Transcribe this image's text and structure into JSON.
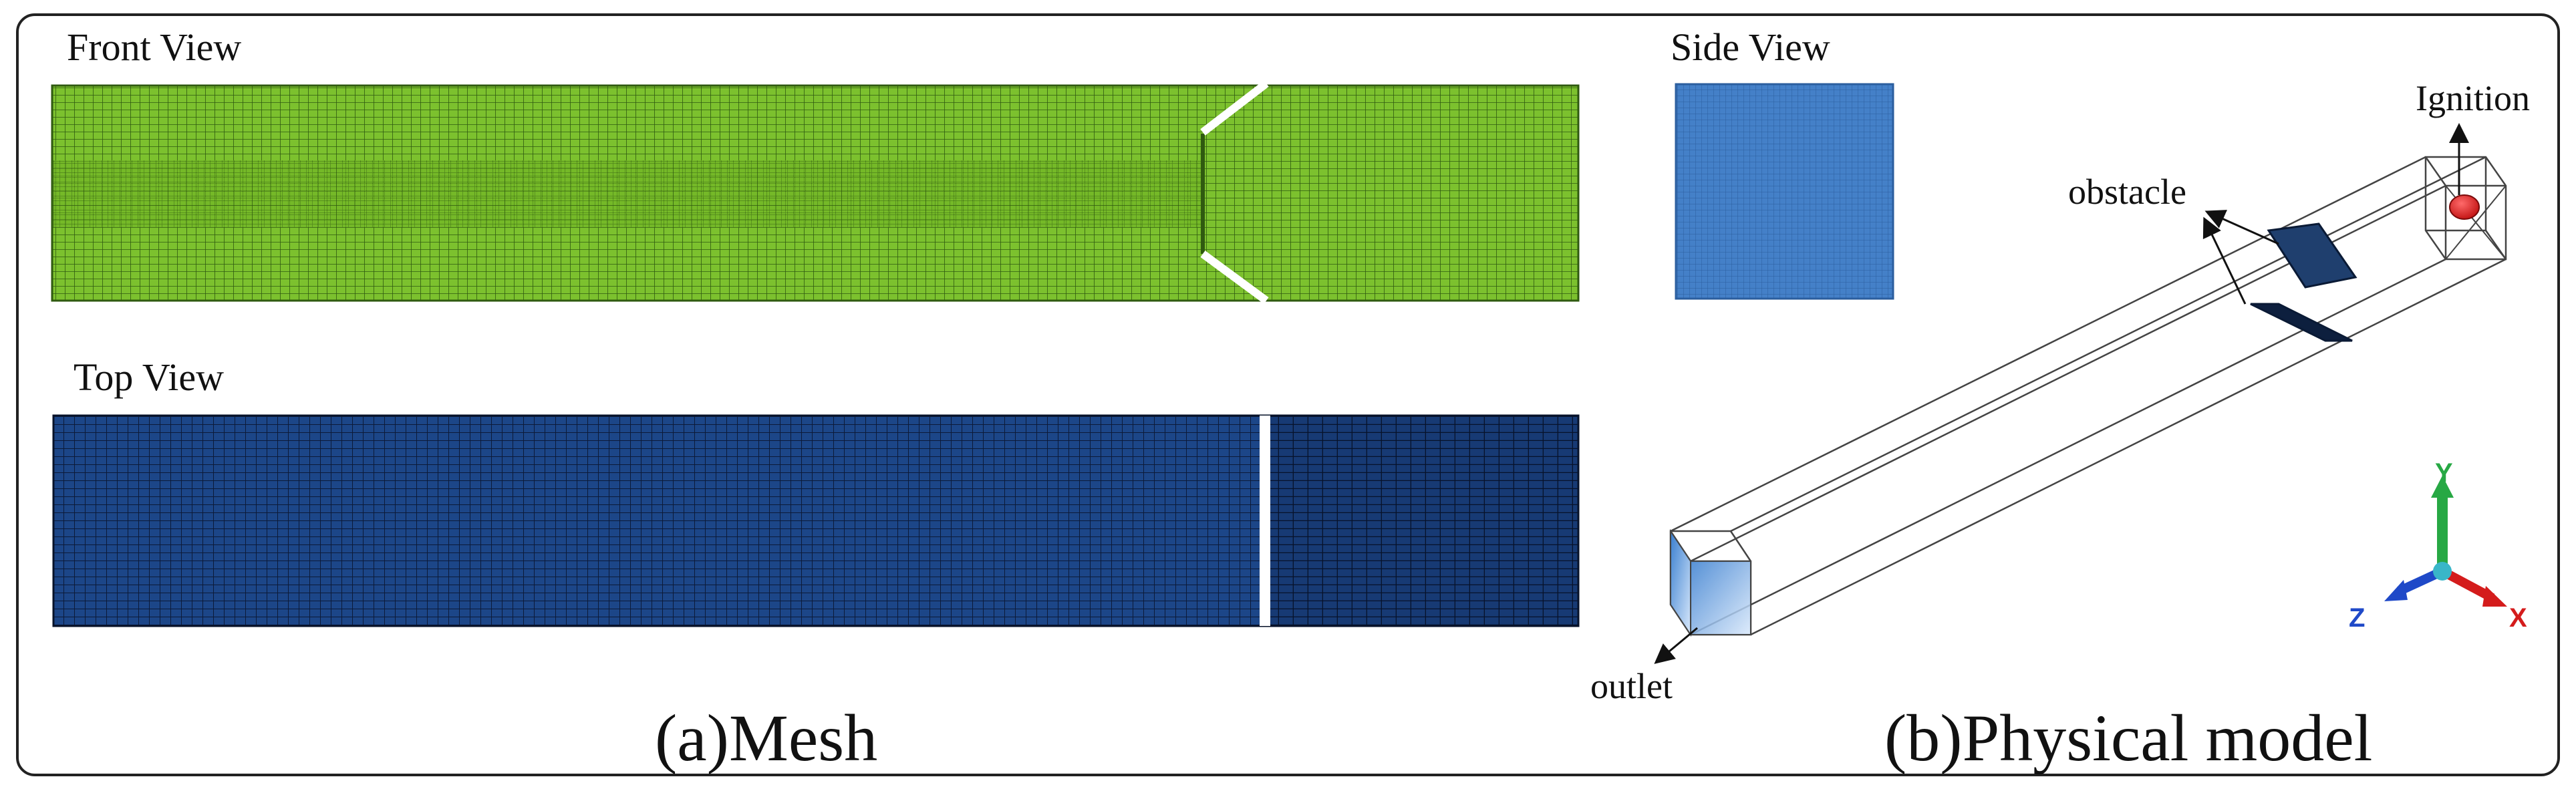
{
  "mesh": {
    "front_view_title": "Front View",
    "top_view_title": "Top View",
    "side_view_title": "Side View",
    "caption": "(a)Mesh",
    "front_color": "#76b82a",
    "top_color": "#1a3f7a",
    "side_color": "#3a78c2"
  },
  "physical_model": {
    "caption": "(b)Physical model",
    "labels": {
      "ignition": "Ignition",
      "obstacle": "obstacle",
      "outlet": "outlet"
    },
    "ignition_color": "#e02020",
    "obstacle_color": "#1f3f6e",
    "outlet_color": "#3a7fd0"
  },
  "axes_triad": {
    "y": "Y",
    "z": "Z",
    "x": "X",
    "y_color": "#27a844",
    "z_color": "#1f49c8",
    "x_color": "#d41c1c",
    "origin_color": "#39b6c8"
  }
}
